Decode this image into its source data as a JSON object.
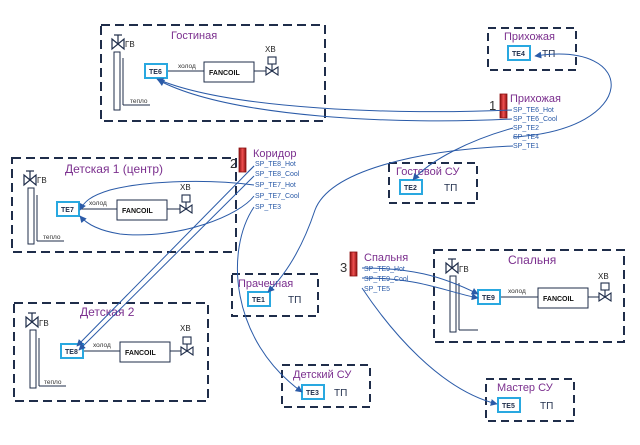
{
  "rooms": {
    "gostinaya": "Гостиная",
    "detskaya1": "Детская 1 (центр)",
    "detskaya2": "Детская 2",
    "spalnya": "Спальня",
    "prihozhaya": "Прихожая",
    "gostevoy_su": "Гостевой СУ",
    "prachechnaya": "Прачечная",
    "detskiy_su": "Детский СУ",
    "master_su": "Мастер СУ"
  },
  "sensors": {
    "te1": "TE1",
    "te2": "TE2",
    "te3": "TE3",
    "te4": "TE4",
    "te5": "TE5",
    "te6": "TE6",
    "te7": "TE7",
    "te8": "TE8",
    "te9": "TE9"
  },
  "labels": {
    "tp": "ТП",
    "fancoil": "FANCOIL",
    "gv": "ГВ",
    "hv": "ХВ",
    "cold": "холод",
    "warm": "тепло"
  },
  "controllers": [
    {
      "num": "1",
      "name": "Прихожая",
      "signals": [
        "SP_TE6_Hot",
        "SP_TE6_Cool",
        "SP_TE2",
        "SP_TE4",
        "SP_TE1"
      ]
    },
    {
      "num": "2",
      "name": "Коридор",
      "signals": [
        "SP_TE8_Hot",
        "SP_TE8_Cool",
        "SP_TE7_Hot",
        "SP_TE7_Cool",
        "SP_TE3"
      ]
    },
    {
      "num": "3",
      "name": "Спальня",
      "signals": [
        "SP_TE9_Hot",
        "SP_TE9_Cool",
        "SP_TE5"
      ]
    }
  ],
  "colors": {
    "box_border": "#1f2d4a",
    "sensor_border": "#29a8e0",
    "link": "#2b5ba8",
    "room_title": "#7b2f8e",
    "controller": "#d93a3a"
  }
}
